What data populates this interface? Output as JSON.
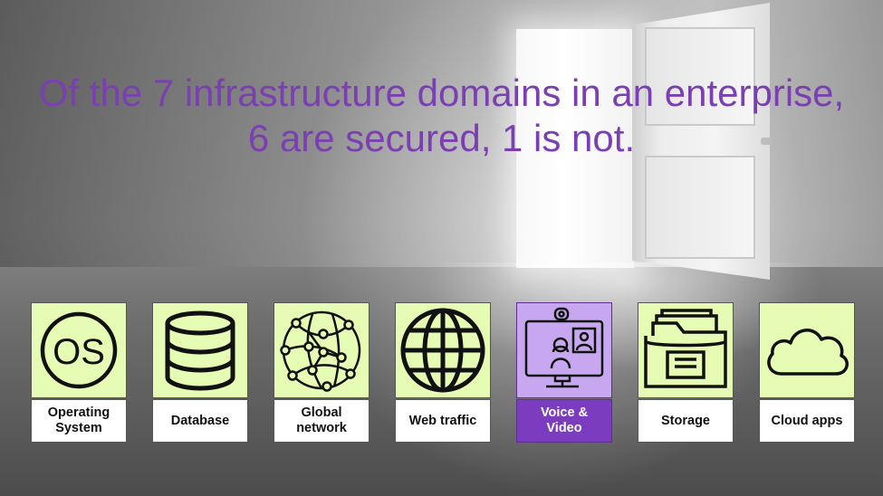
{
  "headline": "Of the 7 infrastructure domains in an enterprise, 6 are secured, 1 is not.",
  "os_icon_text": "OS",
  "domains": [
    {
      "label": "Operating\nSystem",
      "icon": "os-icon"
    },
    {
      "label": "Database",
      "icon": "database-icon"
    },
    {
      "label": "Global\nnetwork",
      "icon": "global-network-icon"
    },
    {
      "label": "Web traffic",
      "icon": "globe-icon"
    },
    {
      "label": "Voice &\nVideo",
      "icon": "video-call-icon",
      "highlighted": true
    },
    {
      "label": "Storage",
      "icon": "folder-storage-icon"
    },
    {
      "label": "Cloud apps",
      "icon": "cloud-icon"
    }
  ],
  "colors": {
    "headline": "#7a3fb0",
    "tile_icon_bg": "#e6fcb5",
    "highlight_icon_bg": "#c7a8f0",
    "highlight_label_bg": "#7c3cbf"
  }
}
